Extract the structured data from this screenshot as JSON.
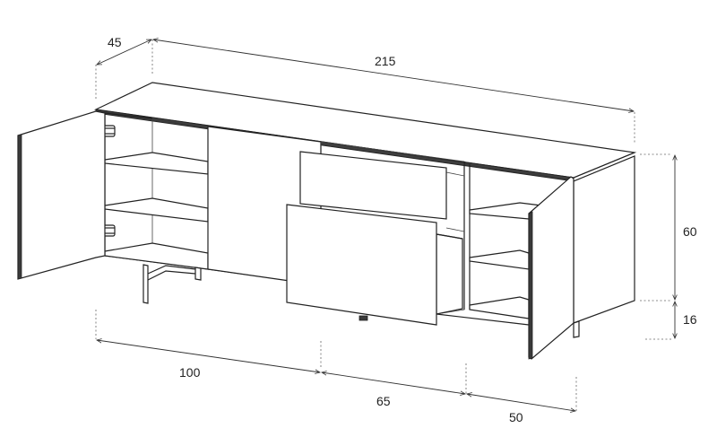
{
  "dimensions": {
    "depth": "45",
    "width": "215",
    "height": "60",
    "leg_height": "16",
    "left_section": "100",
    "middle_section": "65",
    "right_section": "50"
  },
  "colors": {
    "line": "#222222",
    "background": "#ffffff"
  }
}
